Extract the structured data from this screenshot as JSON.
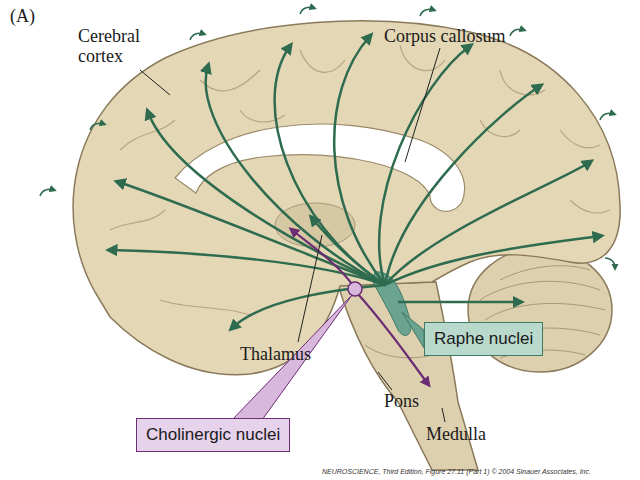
{
  "diagram": {
    "nodes": [
      {
        "text": [
          "Raphe nuclei"
        ]
      },
      {
        "text": [
          "Cholinergic nuclei"
        ]
      }
    ],
    "labels": [
      "(A)",
      "Cerebral cortex",
      "Corpus callosum",
      "Thalamus",
      "Pons",
      "Medulla",
      "NEUROSCIENCE, Third Edition, Figure 27.11 (Part 1) © 2004 Sinauer Associates, Inc."
    ]
  }
}
